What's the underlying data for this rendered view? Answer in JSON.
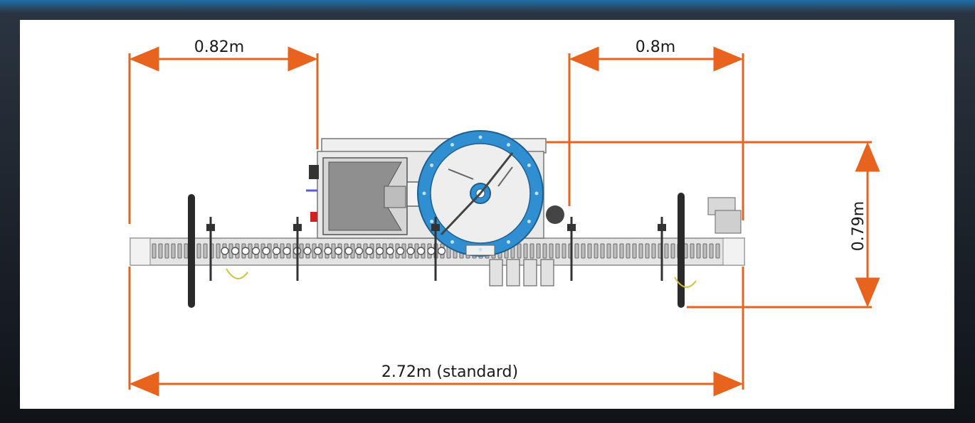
{
  "dimensions": {
    "left_width": "0.82m",
    "right_width": "0.8m",
    "height": "0.79m",
    "total_length": "2.72m (standard)"
  },
  "colors": {
    "dimension_line": "#e8641e",
    "wheel": "#2f8fd0",
    "machine_body": "#e9e9e9",
    "frame_outer": "#1a2028"
  }
}
